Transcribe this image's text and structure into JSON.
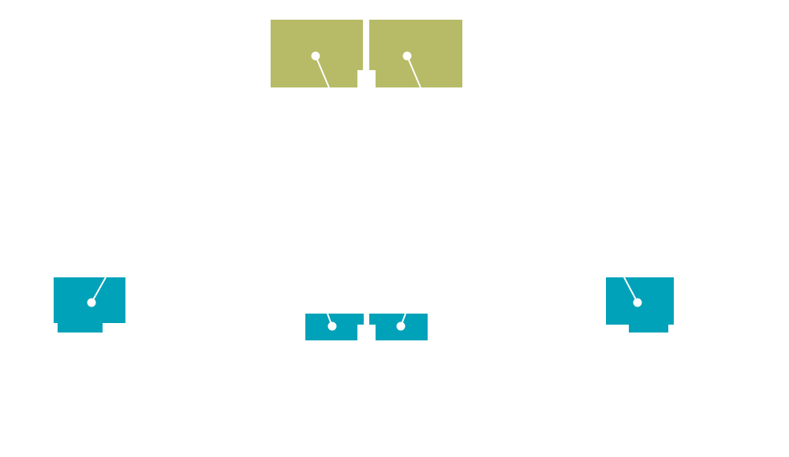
{
  "colors": {
    "background": "#ffffff",
    "top_group": "#b7bb67",
    "bottom_group": "#00a2b9",
    "connector": "#ffffff"
  },
  "nodes": [
    {
      "id": "top-left",
      "group": "top"
    },
    {
      "id": "top-right",
      "group": "top"
    },
    {
      "id": "left",
      "group": "bottom"
    },
    {
      "id": "center-left",
      "group": "bottom"
    },
    {
      "id": "center-right",
      "group": "bottom"
    },
    {
      "id": "right",
      "group": "bottom"
    }
  ]
}
